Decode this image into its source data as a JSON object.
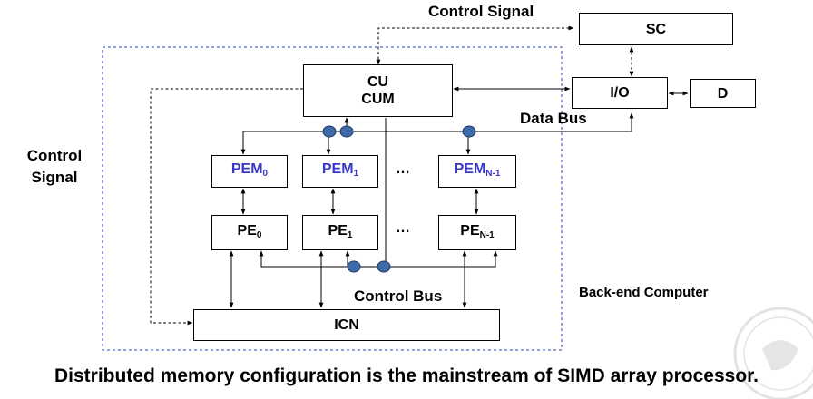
{
  "diagram": {
    "control_signal_top": "Control Signal",
    "control_signal_left_line1": "Control",
    "control_signal_left_line2": "Signal",
    "sc_label": "SC",
    "io_label": "I/O",
    "d_label": "D",
    "cu_label": "CU",
    "cum_label": "CUM",
    "data_bus_label": "Data Bus",
    "pem_prefix": "PEM",
    "pe_prefix": "PE",
    "pem_subscripts": [
      "0",
      "1",
      "N-1"
    ],
    "pe_subscripts": [
      "0",
      "1",
      "N-1"
    ],
    "ellipsis": "…",
    "control_bus_label": "Control Bus",
    "icn_label": "ICN",
    "backend_label": "Back-end Computer"
  },
  "caption": "Distributed memory configuration is the mainstream of SIMD array processor.",
  "colors": {
    "boundary": "#2b3fb8",
    "pem_text": "#3838c8",
    "connector_fill": "#3f6aa8",
    "line": "#000000"
  }
}
